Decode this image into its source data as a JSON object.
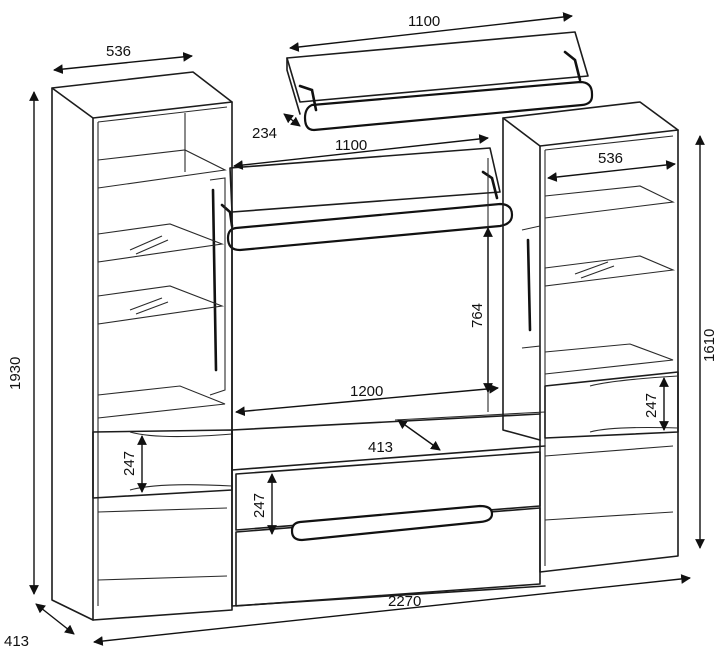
{
  "dimensions": {
    "shelf_width": "1100",
    "shelf_depth": "234",
    "tv_shelf_width": "1100",
    "left_cabinet_width": "536",
    "right_cabinet_width": "536",
    "total_height": "1930",
    "right_height": "1610",
    "tv_niche_height": "764",
    "tv_niche_width": "1200",
    "center_depth": "413",
    "drawer_left": "247",
    "drawer_center": "247",
    "drawer_right": "247",
    "bottom_depth": "413",
    "total_width": "2270"
  }
}
